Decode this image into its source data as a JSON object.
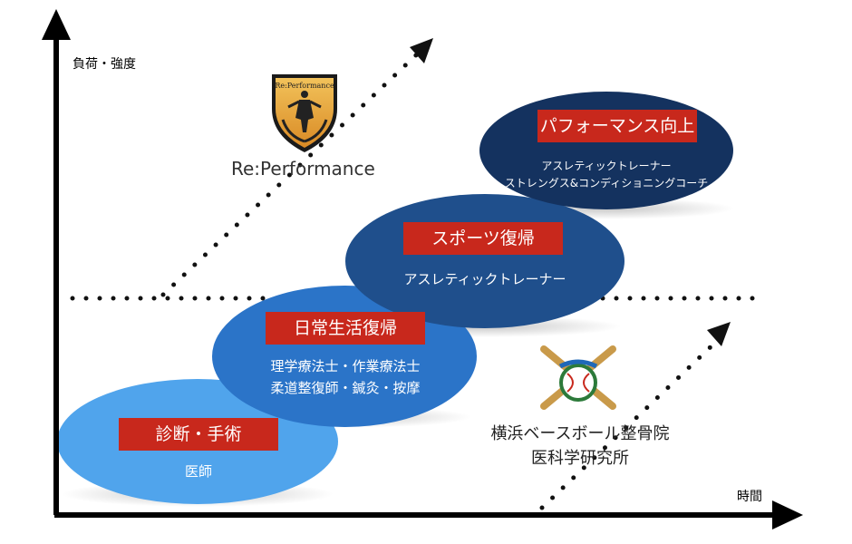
{
  "axes": {
    "y_label": "負荷・強度",
    "x_label": "時間"
  },
  "stages": [
    {
      "title": "診断・手術",
      "subtitle_lines": [
        "医師"
      ],
      "color": "#4fa3ea"
    },
    {
      "title": "日常生活復帰",
      "subtitle_lines": [
        "理学療法士・作業療法士",
        "柔道整復師・鍼灸・按摩"
      ],
      "color": "#2a72c6"
    },
    {
      "title": "スポーツ復帰",
      "subtitle_lines": [
        "アスレティックトレーナー"
      ],
      "color": "#1f4f8a"
    },
    {
      "title": "パフォーマンス向上",
      "subtitle_lines": [
        "アスレティックトレーナー",
        "ストレングス&コンディショニングコーチ"
      ],
      "color": "#14315e"
    }
  ],
  "reperformance": {
    "brand_text": "Re:Performance",
    "logo_text": "Re:Performance"
  },
  "clinic": {
    "name": "横浜ベースボール整骨院",
    "subname": "医科学研究所",
    "logo_icon": "baseball-bats-icon"
  },
  "colors": {
    "title_bg": "#c8281c",
    "dots": "#111111",
    "shield": "#e8a83a"
  }
}
